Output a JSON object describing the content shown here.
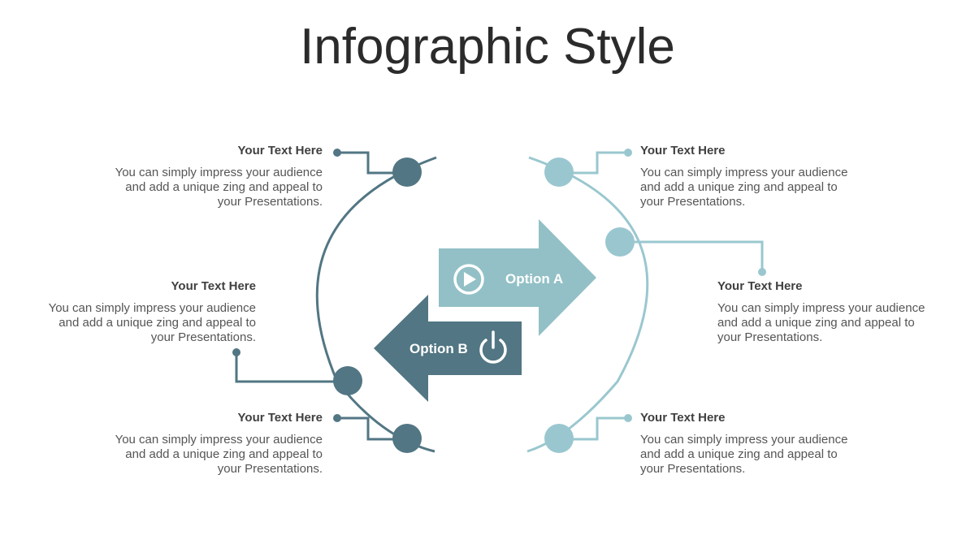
{
  "title": "Infographic Style",
  "colors": {
    "dark": "#527683",
    "light": "#9ac7cf"
  },
  "options": {
    "a": {
      "label": "Option A",
      "icon": "play-icon"
    },
    "b": {
      "label": "Option B",
      "icon": "power-icon"
    }
  },
  "blocks": {
    "left_top": {
      "heading": "Your Text Here",
      "body": "You can simply impress your audience and add a unique zing and appeal to your Presentations."
    },
    "left_middle": {
      "heading": "Your Text Here",
      "body": "You can simply impress your audience and add a unique zing and appeal to your Presentations."
    },
    "left_bottom": {
      "heading": "Your Text Here",
      "body": "You can simply impress your audience and add a unique zing and appeal to your Presentations."
    },
    "right_top": {
      "heading": "Your Text Here",
      "body": "You can simply impress your audience and add a unique zing and appeal to your Presentations."
    },
    "right_middle": {
      "heading": "Your Text Here",
      "body": "You can simply impress your audience and add a unique zing and appeal to your Presentations."
    },
    "right_bottom": {
      "heading": "Your Text Here",
      "body": "You can simply impress your audience and add a unique zing and appeal to your Presentations."
    }
  }
}
